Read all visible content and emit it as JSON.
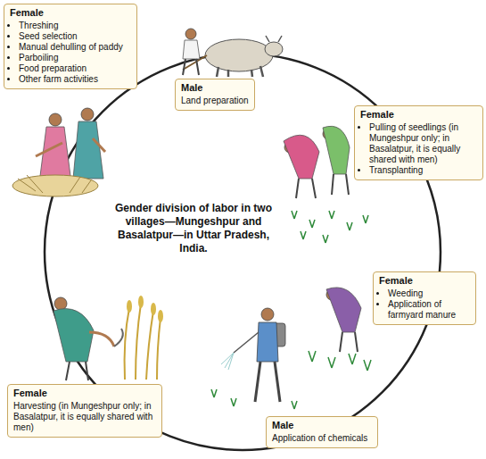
{
  "diagram": {
    "title": "Gender division of labor in two villages—Mungeshpur and Basalatpur—in Uttar Pradesh, India.",
    "nodes": [
      {
        "text": [
          "Female",
          "Threshing",
          "Seed selection",
          "Manual dehulling of paddy",
          "Parboiling",
          "Food preparation",
          "Other farm activities"
        ]
      },
      {
        "text": [
          "Male",
          "Land preparation"
        ]
      },
      {
        "text": [
          "Female",
          "Pulling of seedlings (in Mungeshpur only; in Basalatpur, it is equally shared with men)",
          "Transplanting"
        ]
      },
      {
        "text": [
          "Female",
          "Weeding",
          "Application of farmyard manure"
        ]
      },
      {
        "text": [
          "Male",
          "Application of chemicals"
        ]
      },
      {
        "text": [
          "Female",
          "Harvesting (in Mungeshpur only; in Basalatpur, it is equally shared with men)"
        ]
      }
    ]
  }
}
